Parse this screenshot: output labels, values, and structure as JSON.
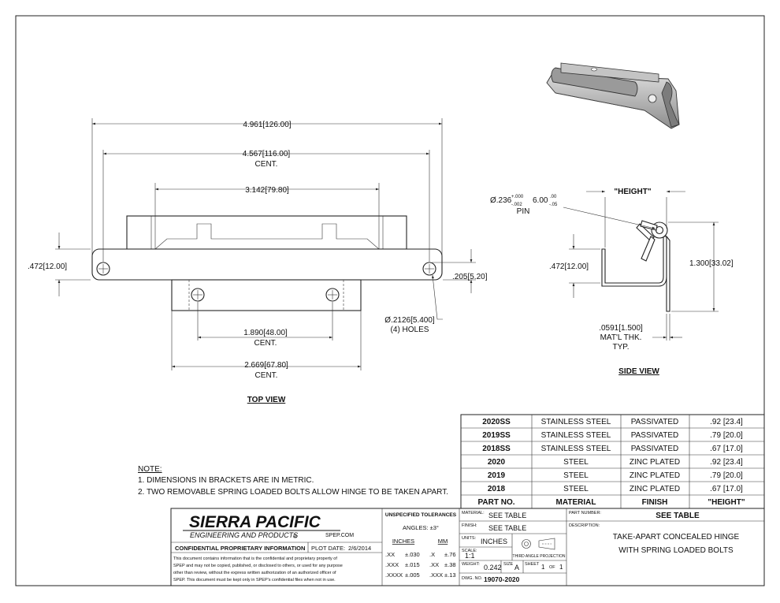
{
  "top_view": {
    "title": "TOP VIEW",
    "dims": {
      "overall": "4.961[126.00]",
      "hole_centers": "4.567[116.00]",
      "hole_centers_note": "CENT.",
      "inner": "3.142[79.80]",
      "height_left": ".472[12.00]",
      "edge_offset": ".205[5.20]",
      "lower_centers": "1.890[48.00]",
      "lower_centers_note": "CENT.",
      "plate_width": "2.669[67.80]",
      "plate_width_note": "CENT.",
      "hole_dia": "Ø.2126[5.400]",
      "hole_count": "(4) HOLES"
    }
  },
  "side_view": {
    "title": "SIDE VIEW",
    "height_label": "\"HEIGHT\"",
    "pin_dia": "Ø.236",
    "pin_tol_plus": "+.000",
    "pin_tol_minus": "-.002",
    "pin_metric": "6.00",
    "pin_metric_tol_plus": ".00",
    "pin_metric_tol_minus": "-.05",
    "pin_label": "PIN",
    "height_left": ".472[12.00]",
    "overall_height": "1.300[33.02]",
    "mat_thk": ".0591[1.500]",
    "mat_thk_note1": "MAT'L THK.",
    "mat_thk_note2": "TYP."
  },
  "notes": {
    "heading": "NOTE:",
    "items": [
      "1.   DIMENSIONS IN BRACKETS ARE IN METRIC.",
      "2.   TWO REMOVABLE SPRING LOADED BOLTS ALLOW HINGE TO BE TAKEN APART."
    ]
  },
  "part_table": {
    "headers": [
      "PART NO.",
      "MATERIAL",
      "FINISH",
      "\"HEIGHT\""
    ],
    "rows": [
      [
        "2020SS",
        "STAINLESS STEEL",
        "PASSIVATED",
        ".92 [23.4]"
      ],
      [
        "2019SS",
        "STAINLESS STEEL",
        "PASSIVATED",
        ".79 [20.0]"
      ],
      [
        "2018SS",
        "STAINLESS STEEL",
        "PASSIVATED",
        ".67 [17.0]"
      ],
      [
        "2020",
        "STEEL",
        "ZINC PLATED",
        ".92 [23.4]"
      ],
      [
        "2019",
        "STEEL",
        "ZINC PLATED",
        ".79 [20.0]"
      ],
      [
        "2018",
        "STEEL",
        "ZINC PLATED",
        ".67 [17.0]"
      ]
    ]
  },
  "title_block": {
    "company": "SIERRA PACIFIC",
    "company_sub": "ENGINEERING AND PRODUCTS",
    "registered": "®",
    "website": "SPEP.COM",
    "confidential_title": "CONFIDENTIAL PROPRIETARY INFORMATION",
    "plot_date_label": "PLOT DATE:",
    "plot_date": "2/6/2014",
    "confidential_text": [
      "This document contains information that is the confidential and proprietary property of",
      "SPEP and may not be copied, published, or disclosed to others, or used for any purpose",
      "other than review, without the express written authorization of an authorized officer of",
      "SPEP. This document must be kept only in SPEP's confidential files when not in use."
    ],
    "tol_title": "UNSPECIFIED TOLERANCES",
    "angles": "ANGLES: ±3°",
    "inches_label": "INCHES",
    "mm_label": "MM",
    "tol_rows": [
      [
        ".XX",
        "±.030",
        ".X",
        "±.76"
      ],
      [
        ".XXX",
        "±.015",
        ".XX",
        "±.38"
      ],
      [
        ".XXXX",
        "±.005",
        ".XXX",
        "±.13"
      ]
    ],
    "material_label": "MATERIAL:",
    "material": "SEE TABLE",
    "finish_label": "FINISH:",
    "finish": "SEE TABLE",
    "units_label": "UNITS:",
    "units": "INCHES",
    "projection_label": "THIRD ANGLE PROJECTION",
    "scale_label": "SCALE:",
    "scale": "1:1",
    "weight_label": "WEIGHT:",
    "weight": "0.242",
    "size_label": "SIZE",
    "size": "A",
    "sheet_label": "SHEET",
    "sheet": "1",
    "of_label": "OF",
    "sheets": "1",
    "dwg_label": "DWG. NO.",
    "dwg_no": "19070-2020",
    "part_number_label": "PART NUMBER:",
    "part_number": "SEE TABLE",
    "description_label": "DESCRIPTION:",
    "description": [
      "TAKE-APART CONCEALED HINGE",
      "WITH SPRING LOADED BOLTS"
    ]
  }
}
